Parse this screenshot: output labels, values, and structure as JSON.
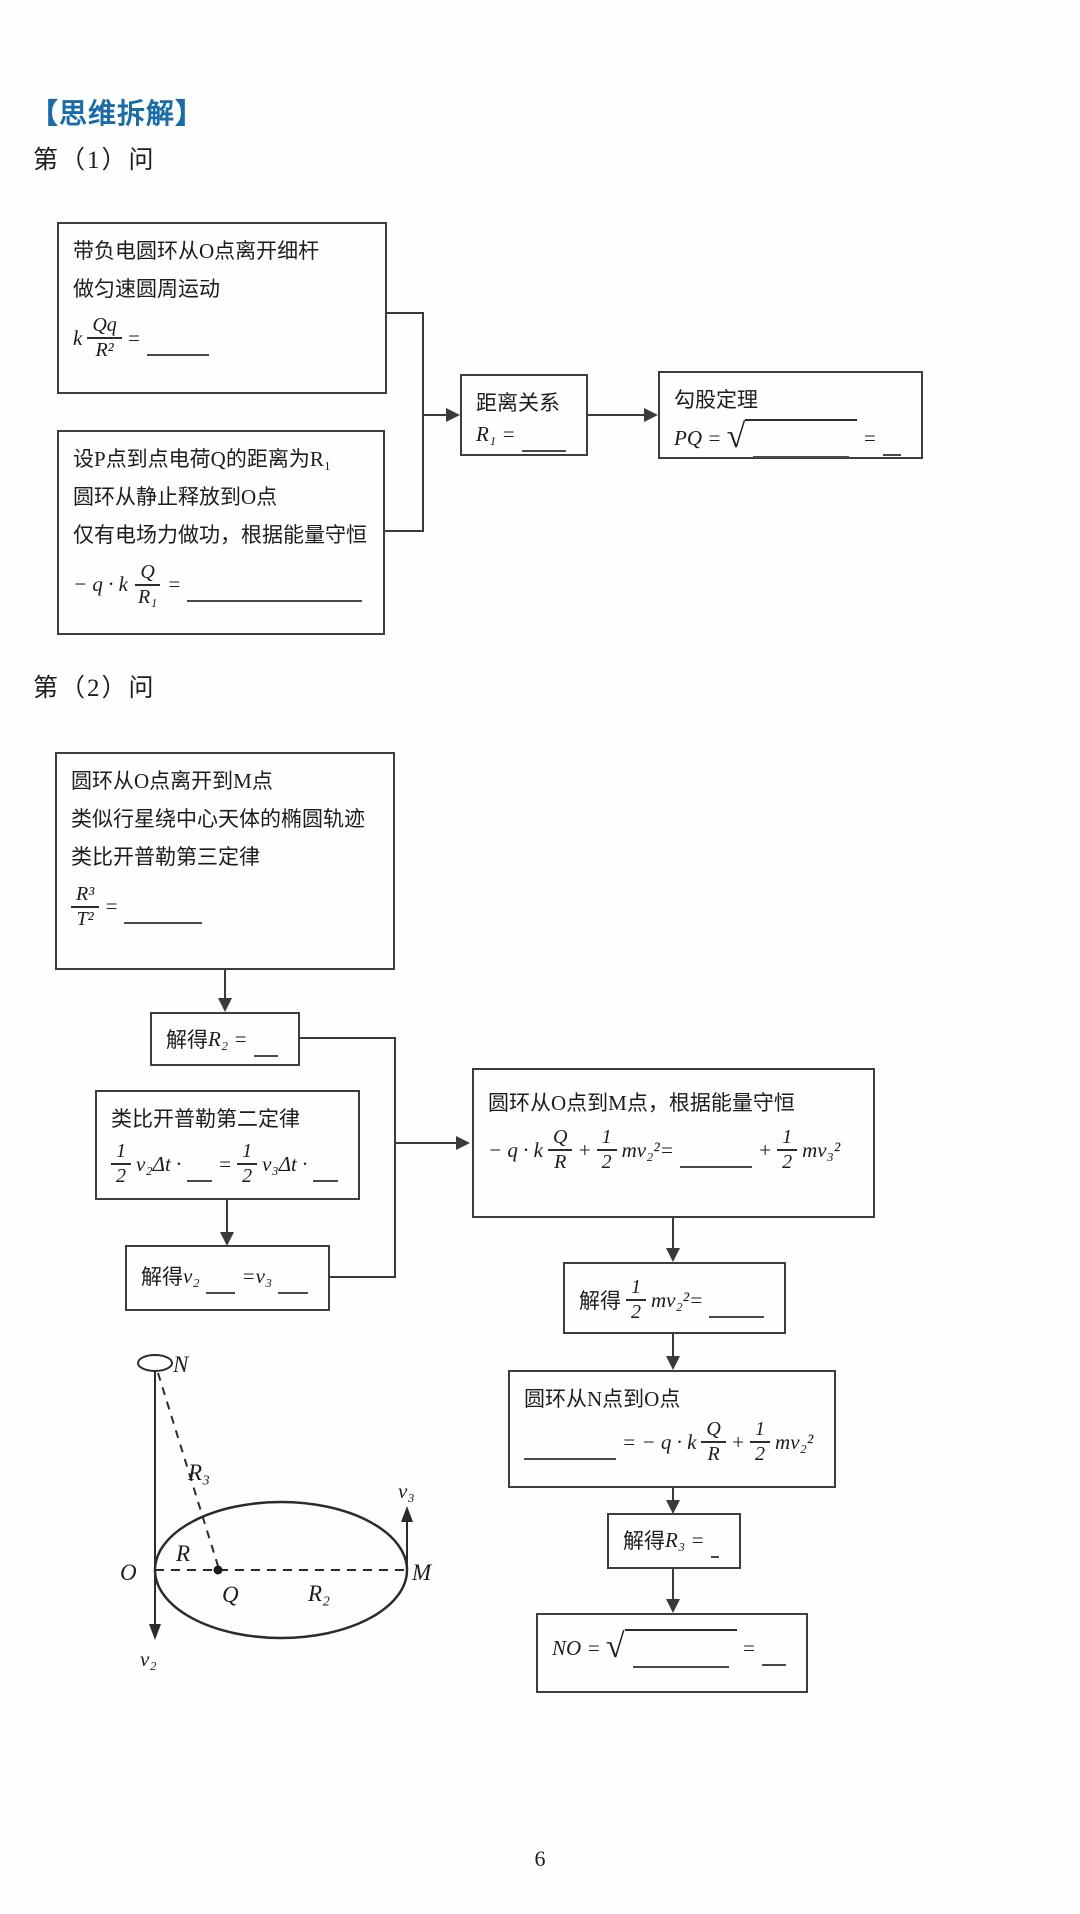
{
  "page_number": "6",
  "title": "【思维拆解】",
  "q1_label": "第（1）问",
  "q2_label": "第（2）问",
  "colors": {
    "title_blue": "#1a6ba8",
    "line": "#3a3a3a",
    "border": "#3d3d3d"
  },
  "s1": {
    "boxA": {
      "l1": "带负电圆环从O点离开细杆",
      "l2": "做匀速圆周运动",
      "pre": "k",
      "num": "Qq",
      "den": "R²",
      "eq": "="
    },
    "boxB": {
      "l1": "设P点到点电荷Q的距离为R₁",
      "l2": "圆环从静止释放到O点",
      "l3": "仅有电场力做功，根据能量守恒",
      "pre": "− q · k",
      "num": "Q",
      "den": "R₁",
      "eq": "="
    },
    "boxDist": {
      "title": "距离关系",
      "lhs": "R₁",
      "eq": "="
    },
    "boxPyth": {
      "title": "勾股定理",
      "lhs": "PQ",
      "eq": "=",
      "sqrt": "√",
      "eq2": "="
    }
  },
  "s2": {
    "boxC": {
      "l1": "圆环从O点离开到M点",
      "l2": "类似行星绕中心天体的椭圆轨迹",
      "l3": "类比开普勒第三定律",
      "num": "R³",
      "den": "T²",
      "eq": "="
    },
    "boxD": {
      "pre": "解得",
      "lhs": "R₂",
      "eq": "="
    },
    "boxF": {
      "title": "类比开普勒第二定律",
      "n1": "1",
      "d1": "2",
      "m1": "v₂Δt ·",
      "eq": "=",
      "n2": "1",
      "d2": "2",
      "m2": "v₃Δt ·"
    },
    "boxG": {
      "pre": "解得",
      "v2": "v₂",
      "eq": "=",
      "v3": "v₃"
    },
    "boxE": {
      "l1": "圆环从O点到M点，根据能量守恒",
      "t1": "− q · k",
      "num1": "Q",
      "den1": "R",
      "plus1": "+",
      "n2": "1",
      "d2": "2",
      "t2": "mv₂²",
      "eq": "=",
      "plus2": "+",
      "n3": "1",
      "d3": "2",
      "t3": "mv₃²"
    },
    "boxH": {
      "pre": "解得",
      "n": "1",
      "d": "2",
      "t": "mv₂²",
      "eq": "="
    },
    "boxI": {
      "l1": "圆环从N点到O点",
      "eq": "= − q · k",
      "num": "Q",
      "den": "R",
      "plus": "+",
      "n": "1",
      "d": "2",
      "t": "mv₂²"
    },
    "boxJ": {
      "pre": "解得",
      "lhs": "R₃",
      "eq": "="
    },
    "boxK": {
      "lhs": "NO",
      "eq": "=",
      "sqrt": "√",
      "eq2": "="
    }
  },
  "diagram": {
    "N": "N",
    "O": "O",
    "M": "M",
    "Q": "Q",
    "R": "R",
    "R2": "R₂",
    "R3": "R₃",
    "v2": "v₂",
    "v3": "v₃"
  }
}
